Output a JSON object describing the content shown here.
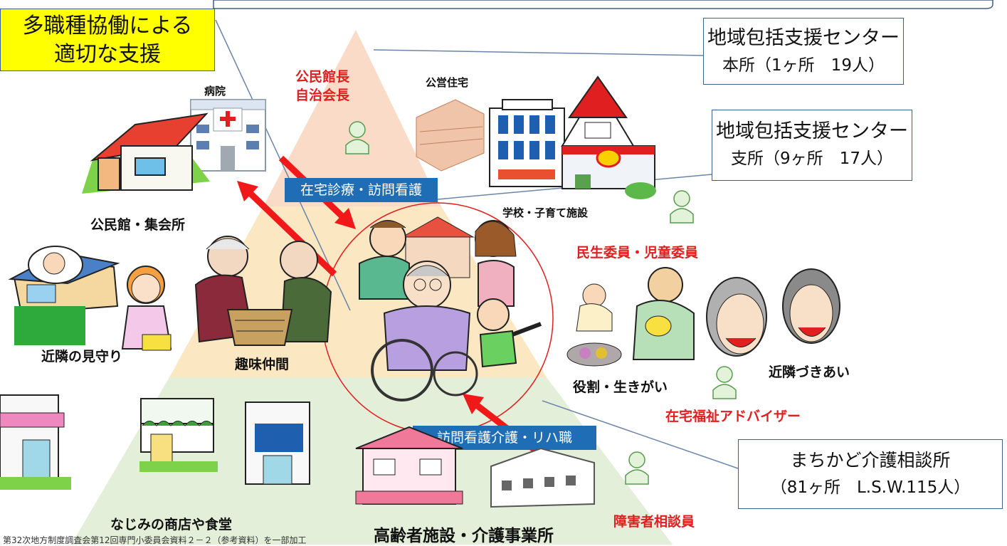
{
  "callouts": {
    "yellow": [
      "多職種協働による",
      "適切な支援"
    ],
    "main_center": [
      "地域包括支援センター",
      "本所（1ヶ所　19人）"
    ],
    "branch_center": [
      "地域包括支援センター",
      "支所（9ヶ所　17人）"
    ],
    "consult": [
      "まちかど介護相談所",
      "（81ヶ所　L.S.W.115人）"
    ]
  },
  "blue_labels": {
    "home_medical": "在宅診療・訪問看護",
    "visit_care": "訪問看護介護・リハ職"
  },
  "roles": {
    "hall_leader": [
      "公民館長",
      "自治会長"
    ],
    "welfare_commissioner": "民生委員・児童委員",
    "welfare_advisor": "在宅福祉アドバイザー",
    "disability_counselor": "障害者相談員"
  },
  "places": {
    "hospital": "病院",
    "public_housing": "公営住宅",
    "school": "学校・子育て施設",
    "community_hall": "公民館・集会所",
    "neighbor_watch": "近隣の見守り",
    "hobby_friends": "趣味仲間",
    "role_purpose": "役割・生きがい",
    "neighbor_relations": "近隣づきあい",
    "shops": "なじみの商店や食堂",
    "elderly_facility": "高齢者施設・介護事業所"
  },
  "source_note": "第32次地方制度調査会第12回専門小委員会資料２－２（参考資料）を一部加工",
  "colors": {
    "top_tier": "#fadbc8",
    "middle_tier": "#fbe7c1",
    "bottom_tier": "#e3efd8",
    "arrow_red": "#f01818",
    "label_blue": "#1f6eb5",
    "role_red": "#e02020",
    "person_fill": "#e2f3da",
    "person_stroke": "#5a9a50"
  }
}
